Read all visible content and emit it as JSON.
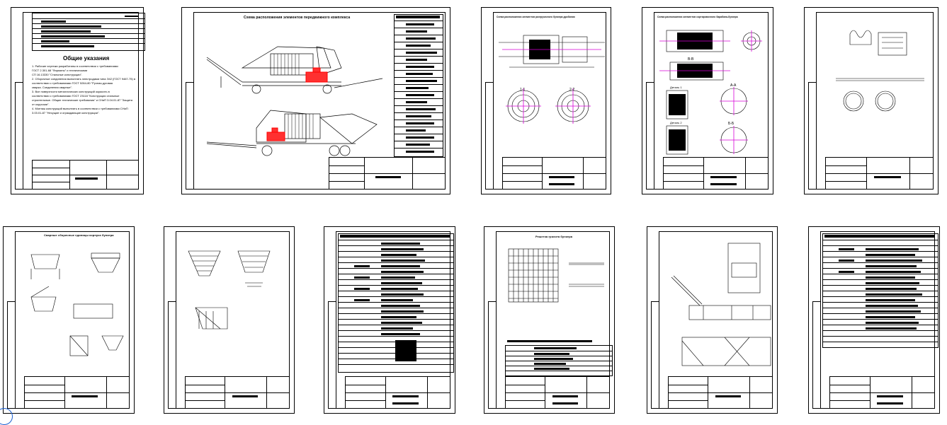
{
  "sheets": [
    {
      "id": 1,
      "title": "",
      "notes_title": "Общие указания",
      "notes": [
        "1. Рабочие чертежи разработаны в соответствии с требованиями",
        "ГОСТ 2.301-68 \"Форматы\" и техническими",
        "СП 16.13330 \"Стальные конструкции\".",
        "2. Сборочные соединения выполнять электродами типа Э42 (ГОСТ 9467-75) в",
        "соответствии с требованиями ГОСТ 5264-80 \"Ручная дуговая",
        "сварка. Соединения сварные\".",
        "3. Все поверхности металлических конструкций окрасить в",
        "соответствии с требованиями ГОСТ 23118 \"Конструкции стальные",
        "строительные. Общие технические требования\" и СНиП 3.04.01-87 \"Защита",
        "от коррозии\".",
        "4. Монтаж конструкций выполнять в соответствии с требованиями СНиП",
        "3.03.01-87 \"Несущие и ограждающие конструкции\"."
      ]
    },
    {
      "id": 2,
      "title": "Схема расположения элементов передвижного комплекса"
    },
    {
      "id": 3,
      "title": "Схема расположения элементов разгрузочного бункера дробилки"
    },
    {
      "id": 4,
      "title": "Схема расположения элементов сортировочного барабана-бункера"
    },
    {
      "id": 5,
      "title": ""
    },
    {
      "id": 6,
      "title": "Сварные сборочные единицы корпуса бункера"
    },
    {
      "id": 7,
      "title": ""
    },
    {
      "id": 8,
      "title": "Спецификация"
    },
    {
      "id": 9,
      "title": "Решетка грохота бункера"
    },
    {
      "id": 10,
      "title": ""
    },
    {
      "id": 11,
      "title": "Спецификация"
    }
  ],
  "labels": {
    "section_bb": "Б-Б",
    "section_aa": "А-А",
    "section_vv": "В-В",
    "section_11": "1-1",
    "section_22": "2-2",
    "view1": "Деталь 1",
    "view2": "Деталь 2"
  }
}
